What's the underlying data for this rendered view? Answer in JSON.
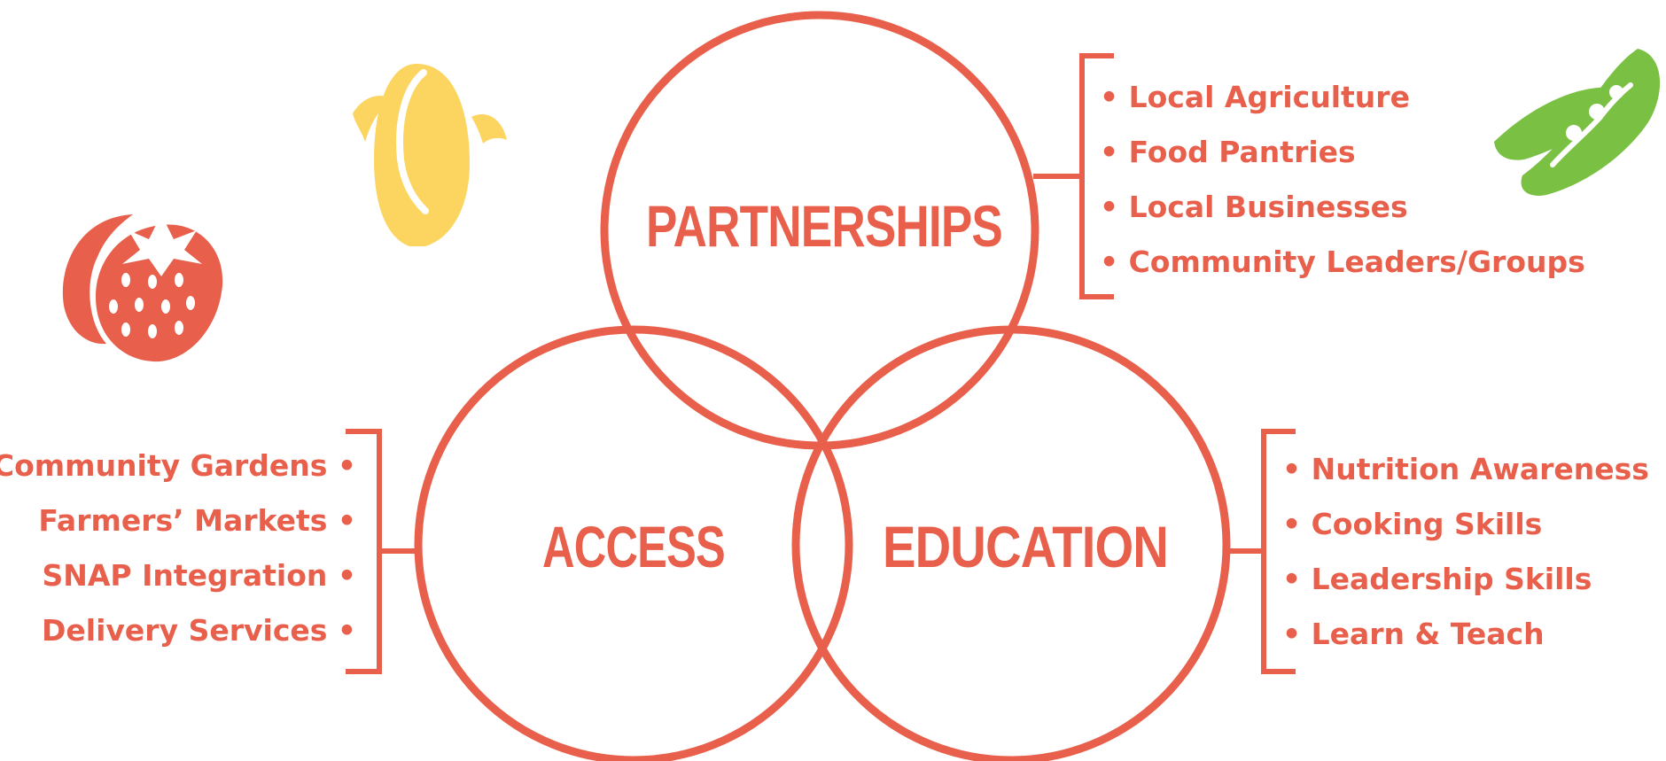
{
  "colors": {
    "accent": "#E8604C",
    "corn": "#FCD561",
    "pea": "#7AC143",
    "background": "#FFFFFF"
  },
  "circles": {
    "partnerships": {
      "label": "PARTNERSHIPS"
    },
    "access": {
      "label": "ACCESS"
    },
    "education": {
      "label": "EDUCATION"
    }
  },
  "lists": {
    "partnerships": [
      "• Local Agriculture",
      "• Food Pantries",
      "• Local Businesses",
      "• Community Leaders/Groups"
    ],
    "access": [
      "Community Gardens •",
      "Farmers’ Markets •",
      "SNAP Integration •",
      "Delivery Services •"
    ],
    "education": [
      "• Nutrition Awareness",
      "• Cooking Skills",
      "• Leadership Skills",
      "• Learn & Teach"
    ]
  },
  "icons": [
    "strawberry-icon",
    "corn-icon",
    "pea-pod-icon"
  ]
}
